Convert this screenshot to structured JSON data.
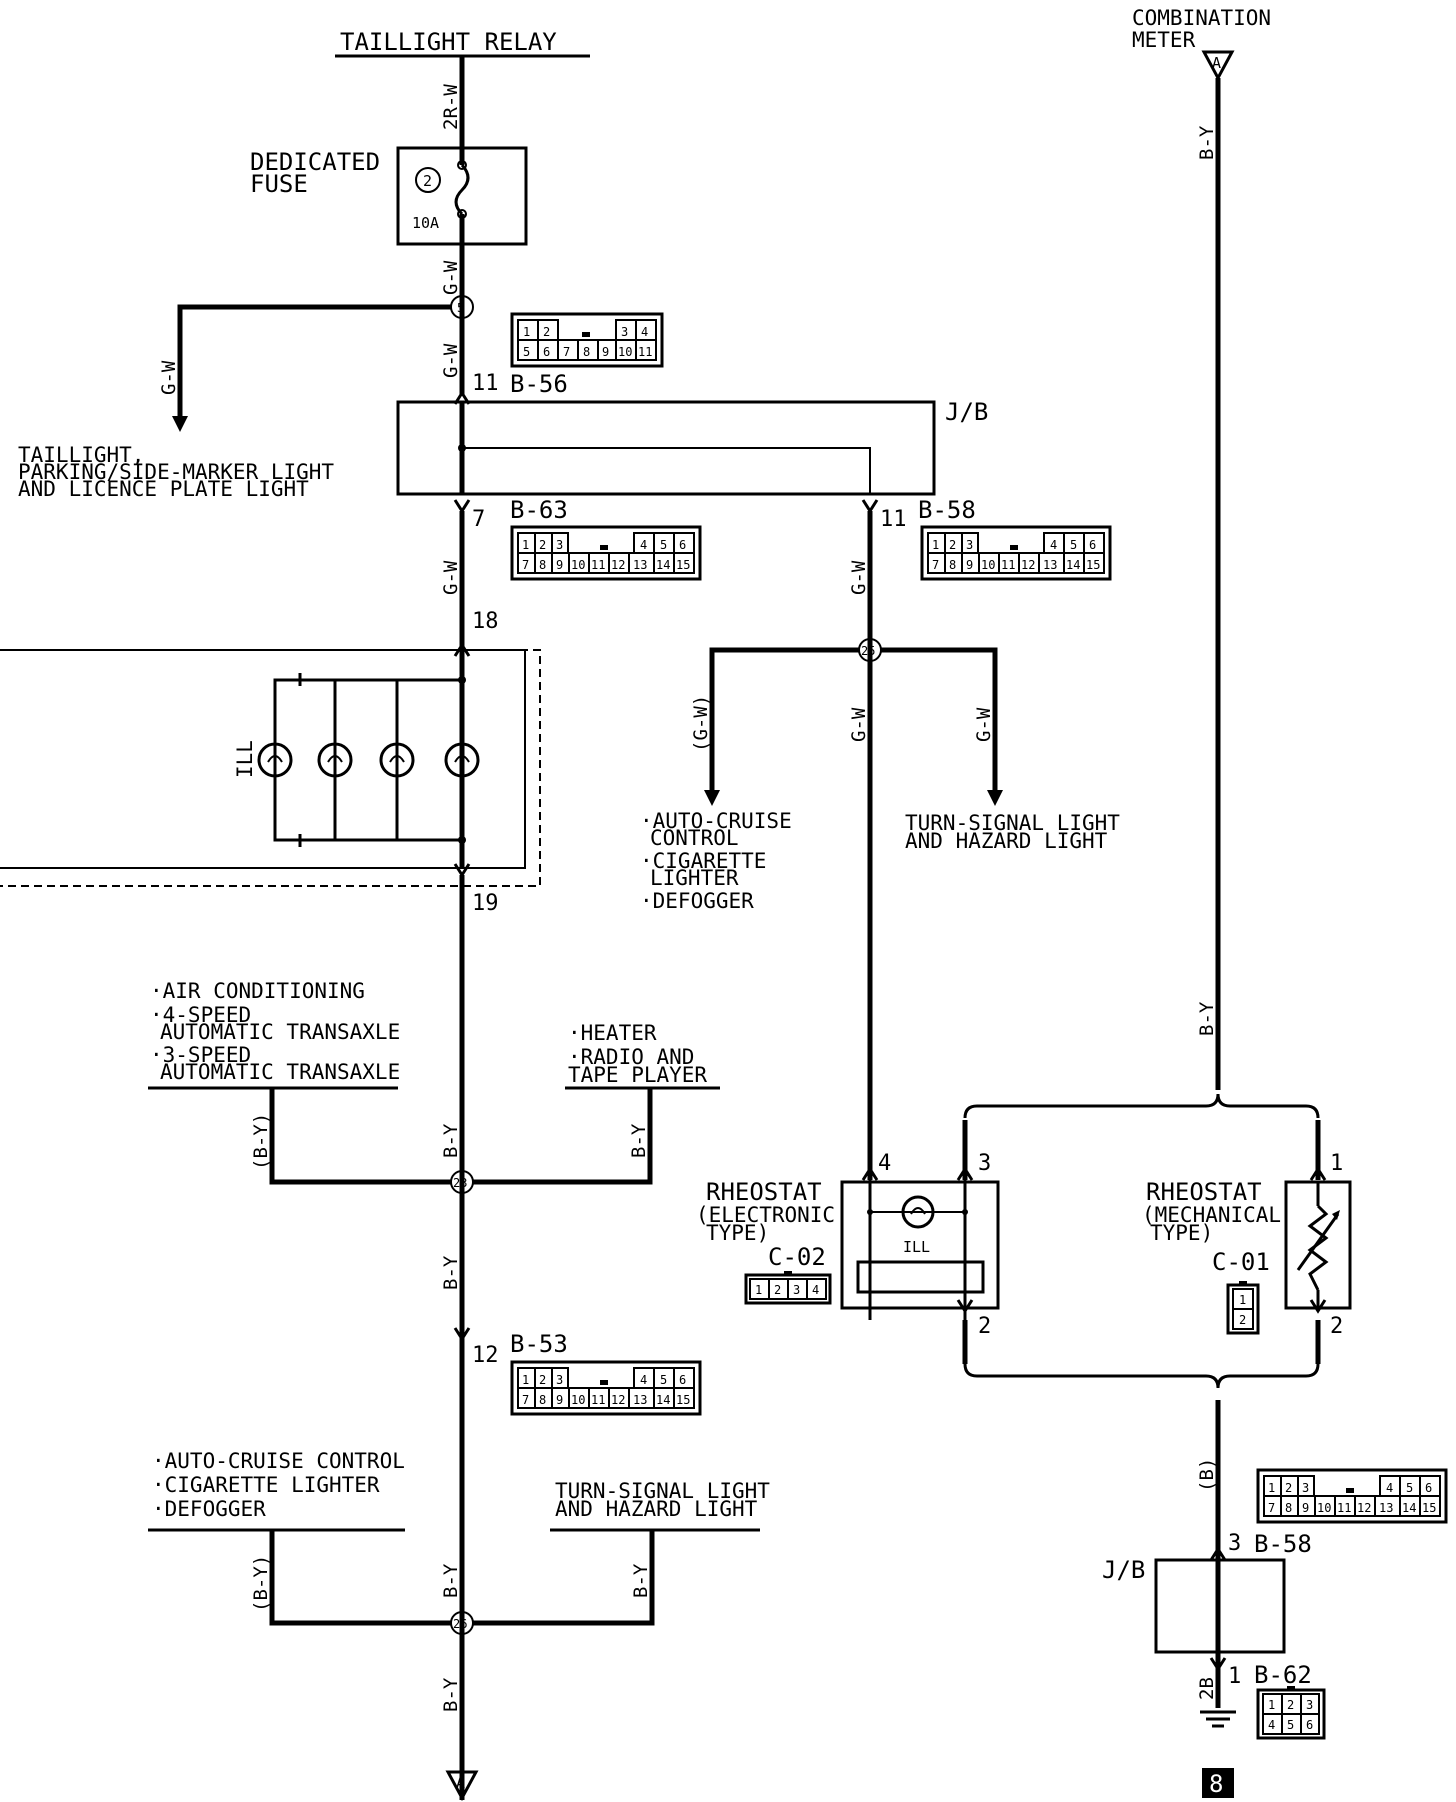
{
  "labels": {
    "taillight_relay": "TAILLIGHT RELAY",
    "combination_meter_1": "COMBINATION",
    "combination_meter_2": "METER",
    "dedicated_fuse_1": "DEDICATED",
    "dedicated_fuse_2": "FUSE",
    "fuse_number": "2",
    "fuse_rating": "10A",
    "jb_top": "J/B",
    "jb_bottom": "J/B",
    "taillight_dest_1": "TAILLIGHT,",
    "taillight_dest_2": "PARKING/SIDE-MARKER LIGHT",
    "taillight_dest_3": "AND LICENCE PLATE LIGHT",
    "ill": "ILL",
    "ill_rheostat": "ILL",
    "auto_cruise_1": "·AUTO-CRUISE",
    "auto_cruise_2": "CONTROL",
    "cig_lighter_1": "·CIGARETTE",
    "cig_lighter_2": "LIGHTER",
    "defogger": "·DEFOGGER",
    "turn_signal_1": "TURN-SIGNAL LIGHT",
    "turn_signal_2": "AND HAZARD LIGHT",
    "air_cond": "·AIR CONDITIONING",
    "four_speed_1": "·4-SPEED",
    "four_speed_2": "AUTOMATIC TRANSAXLE",
    "three_speed_1": "·3-SPEED",
    "three_speed_2": "AUTOMATIC TRANSAXLE",
    "heater": "·HEATER",
    "radio_1": "·RADIO AND",
    "radio_2": "TAPE PLAYER",
    "rheostat_elec_1": "RHEOSTAT",
    "rheostat_elec_2": "(ELECTRONIC",
    "rheostat_elec_3": "TYPE)",
    "rheostat_mech_1": "RHEOSTAT",
    "rheostat_mech_2": "(MECHANICAL",
    "rheostat_mech_3": "TYPE)",
    "bottom_auto_cruise": "·AUTO-CRUISE CONTROL",
    "bottom_cig": "·CIGARETTE LIGHTER",
    "bottom_defogger": "·DEFOGGER",
    "bottom_turn_1": "TURN-SIGNAL LIGHT",
    "bottom_turn_2": "AND HAZARD LIGHT",
    "connector_a_top": "A",
    "connector_a_bottom": "A",
    "ground_number": "8"
  },
  "wires": {
    "w_2rw": "2R-W",
    "w_gw_1": "G-W",
    "w_gw_2": "G-W",
    "w_gw_left": "G-W",
    "w_gw_3": "G-W",
    "w_gw_4": "G-W",
    "w_gw_paren": "(G-W)",
    "w_gw_5": "G-W",
    "w_gw_6": "G-W",
    "w_by_top": "B-Y",
    "w_by_mid": "B-Y",
    "w_by_1": "B-Y",
    "w_by_paren_1": "(B-Y)",
    "w_by_2": "B-Y",
    "w_by_3": "B-Y",
    "w_by_4": "B-Y",
    "w_by_paren_2": "(B-Y)",
    "w_by_5": "B-Y",
    "w_by_6": "B-Y",
    "w_b_paren": "(B)",
    "w_2b": "2B"
  },
  "connectors": {
    "b56": "B-56",
    "b63": "B-63",
    "b58_top": "B-58",
    "b53": "B-53",
    "c02": "C-02",
    "c01": "C-01",
    "b58_bottom": "B-58",
    "b62": "B-62"
  },
  "pins": {
    "p11_b56": "11",
    "p7_b63": "7",
    "p11_b58": "11",
    "p18": "18",
    "p19": "19",
    "p12_b53": "12",
    "p4_c02": "4",
    "p3_c02": "3",
    "p2_c02": "2",
    "p1_c01": "1",
    "p2_c01": "2",
    "p3_b58": "3",
    "p1_b62": "1"
  },
  "nodes": {
    "n5": "5",
    "n25": "25",
    "n23": "23",
    "n26": "26"
  },
  "connector_cells": {
    "b56_top": [
      "1",
      "2",
      "",
      "",
      "",
      "3",
      "4"
    ],
    "b56_bottom": [
      "5",
      "6",
      "7",
      "8",
      "9",
      "10",
      "11"
    ],
    "b16_top": [
      "1",
      "2",
      "3",
      "",
      "",
      "",
      "4",
      "5",
      "6"
    ],
    "b16_bottom": [
      "7",
      "8",
      "9",
      "10",
      "11",
      "12",
      "13",
      "14",
      "15"
    ],
    "c02_cells": [
      "1",
      "2",
      "3",
      "4"
    ],
    "c01_cells": [
      "1",
      "2"
    ],
    "b62_top": [
      "1",
      "2",
      "3"
    ],
    "b62_bottom": [
      "4",
      "5",
      "6"
    ]
  }
}
